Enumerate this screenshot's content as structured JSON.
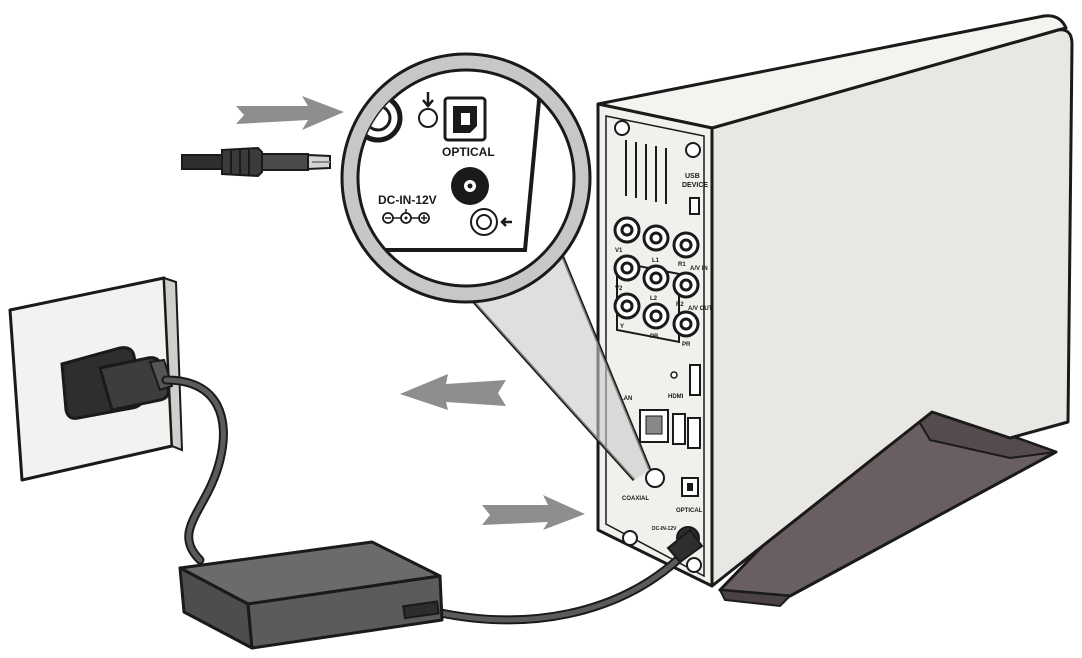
{
  "zoom_labels": {
    "optical": "OPTICAL",
    "dc_in": "DC-IN-12V"
  },
  "panel_labels": {
    "usb_device": "USB",
    "usb_device_2": "DEVICE",
    "av_in": "A/V IN",
    "av_out": "A/V OUT",
    "v1": "V1",
    "v2": "V2",
    "l1": "L1",
    "l2": "L2",
    "r1": "R1",
    "r2": "R2",
    "y": "Y",
    "pb": "PB",
    "pr": "PR",
    "hdmi": "HDMI",
    "lan": "LAN",
    "coaxial": "COAXIAL",
    "optical": "OPTICAL",
    "dc_in": "DC-IN-12V"
  },
  "colors": {
    "arrow": "#8e8e8e",
    "adapter": "#5b5b5b",
    "stand": "#6a5f60",
    "device_body": "#e8e7e3",
    "outline": "#1a1a1a"
  },
  "icons": [
    "arrow-right-icon",
    "arrow-left-icon",
    "dc-plug-icon",
    "wall-socket-icon",
    "power-plug-icon",
    "power-adapter-icon"
  ]
}
